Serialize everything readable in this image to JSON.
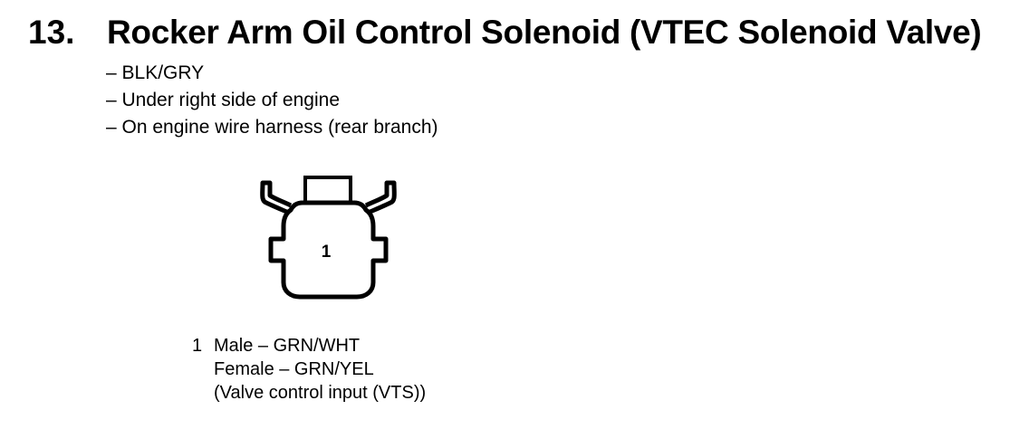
{
  "heading": {
    "number": "13.",
    "title": "Rocker Arm Oil Control Solenoid (VTEC Solenoid Valve)"
  },
  "details": [
    "– BLK/GRY",
    "– Under right side of engine",
    "– On engine wire harness (rear branch)"
  ],
  "connector": {
    "terminal_label": "1"
  },
  "pin": {
    "number": "1",
    "male": "Male – GRN/WHT",
    "female": "Female – GRN/YEL",
    "function": "(Valve control input (VTS))"
  }
}
